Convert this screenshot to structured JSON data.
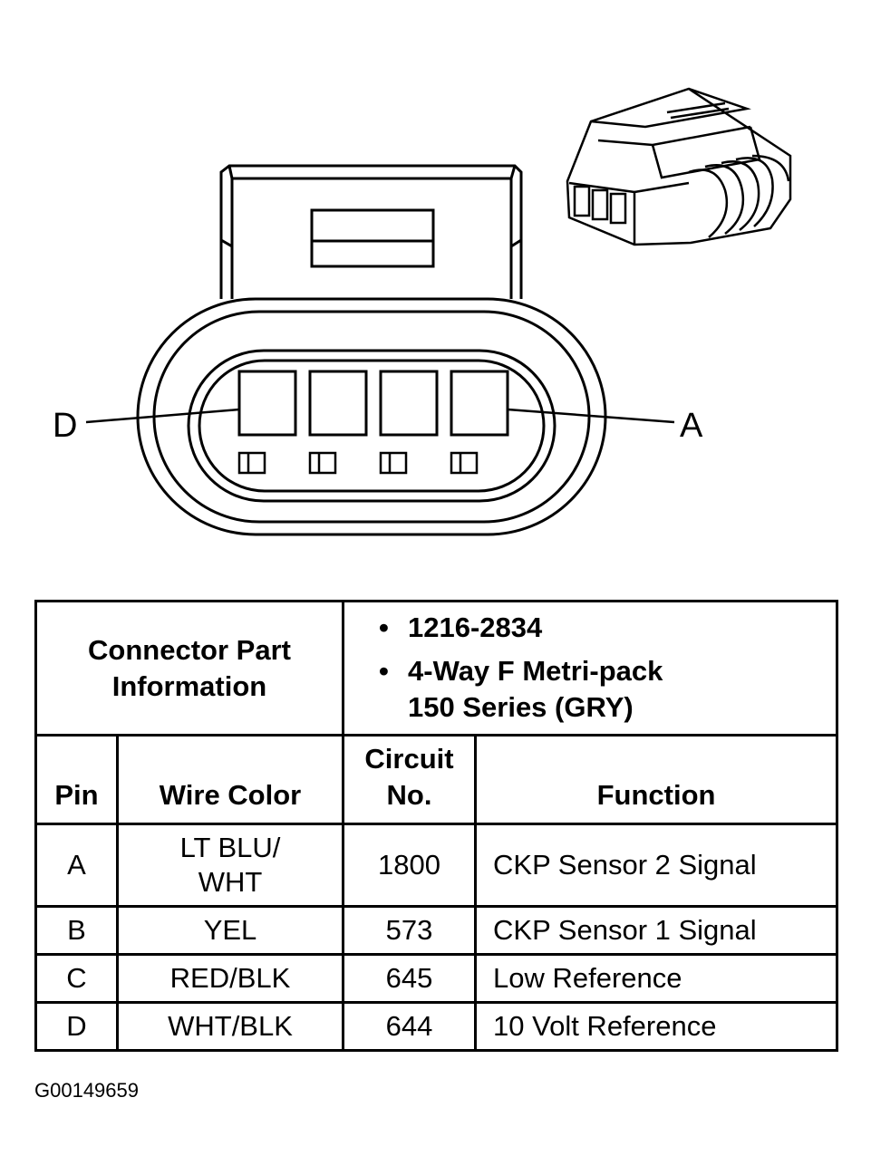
{
  "labels": {
    "pin_d": "D",
    "pin_a": "A"
  },
  "connector_info": {
    "header": "Connector Part Information",
    "header_line1": "Connector Part",
    "header_line2": "Information",
    "part_number": "1216-2834",
    "description_line1": "4-Way F Metri-pack",
    "description_line2": "150 Series (GRY)"
  },
  "table": {
    "columns": {
      "pin": "Pin",
      "wire_color": "Wire Color",
      "circuit_line1": "Circuit",
      "circuit_line2": "No.",
      "function": "Function"
    },
    "rows": [
      {
        "pin": "A",
        "wire_color_line1": "LT BLU/",
        "wire_color_line2": "WHT",
        "circuit": "1800",
        "function": "CKP Sensor 2 Signal"
      },
      {
        "pin": "B",
        "wire_color": "YEL",
        "circuit": "573",
        "function": "CKP Sensor 1 Signal"
      },
      {
        "pin": "C",
        "wire_color": "RED/BLK",
        "circuit": "645",
        "function": "Low Reference"
      },
      {
        "pin": "D",
        "wire_color": "WHT/BLK",
        "circuit": "644",
        "function": "10 Volt Reference"
      }
    ]
  },
  "figure_code": "G00149659"
}
